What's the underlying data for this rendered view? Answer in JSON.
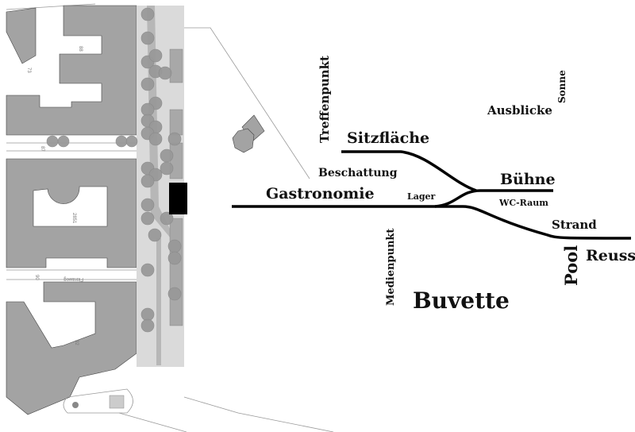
{
  "site_plan": {
    "labels": [
      "88",
      "73",
      "87",
      "2851",
      "Floraweg",
      "90",
      "92"
    ]
  },
  "diagram": {
    "title": "Buvette",
    "labels": {
      "treffenpunkt": "Treffenpunkt",
      "sitzflaeche": "Sitzfläche",
      "beschattung": "Beschattung",
      "gastronomie": "Gastronomie",
      "lager": "Lager",
      "buehne": "Bühne",
      "wc_raum": "WC-Raum",
      "strand": "Strand",
      "reuss": "Reuss",
      "pool": "Pool",
      "medienpunkt": "Medienpunkt",
      "ausblicke": "Ausblicke",
      "sonne": "Sonne"
    },
    "line_color": "#000000"
  }
}
